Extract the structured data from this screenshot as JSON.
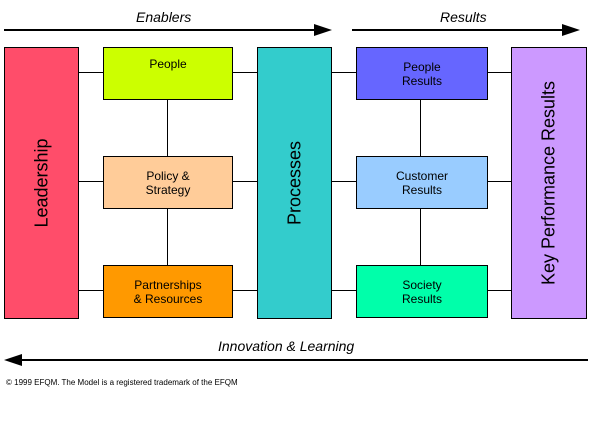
{
  "header": {
    "enablers_label": "Enablers",
    "results_label": "Results"
  },
  "columns": {
    "leadership": "Leadership",
    "processes": "Processes",
    "key_performance_results": "Key Performance Results"
  },
  "enablers": [
    {
      "label": "People"
    },
    {
      "label": "Policy &\nStrategy"
    },
    {
      "label": "Partnerships\n& Resources"
    }
  ],
  "results": [
    {
      "label": "People\nResults"
    },
    {
      "label": "Customer\nResults"
    },
    {
      "label": "Society\nResults"
    }
  ],
  "bottom": {
    "innovation_label": "Innovation & Learning"
  },
  "footer": {
    "copyright": "© 1999 EFQM. The Model is a registered trademark of the EFQM"
  },
  "colors": {
    "leadership": "#ff4d6a",
    "people": "#ccff00",
    "policy_strategy": "#ffcc99",
    "partnerships": "#ff9900",
    "processes": "#33cccc",
    "people_results": "#6666ff",
    "customer_results": "#99ccff",
    "society_results": "#00ffaa",
    "key_performance": "#cc99ff"
  }
}
